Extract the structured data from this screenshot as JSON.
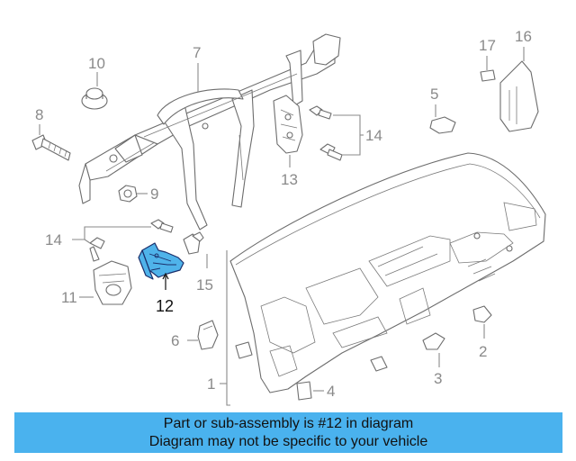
{
  "callouts": {
    "c1": "1",
    "c2": "2",
    "c3": "3",
    "c4": "4",
    "c5": "5",
    "c6": "6",
    "c7": "7",
    "c8": "8",
    "c9": "9",
    "c10": "10",
    "c11": "11",
    "c12": "12",
    "c13": "13",
    "c14a": "14",
    "c14b": "14",
    "c15": "15",
    "c16": "16",
    "c17": "17"
  },
  "banner": {
    "line1": "Part or sub-assembly is #12 in diagram",
    "line2": "Diagram may not be specific to your vehicle"
  },
  "colors": {
    "highlight_part": "#4fb3ea",
    "banner_bg": "#4ab2ee",
    "line_art": "#6d6d6d"
  },
  "highlighted_part": "12"
}
